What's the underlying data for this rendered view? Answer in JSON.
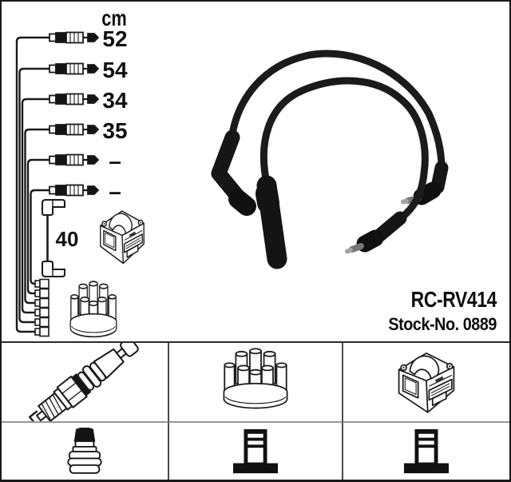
{
  "product": {
    "model": "RC-RV414",
    "stock": "Stock-No. 0889"
  },
  "schematic": {
    "unit_label": "cm",
    "cable_lengths": [
      "52",
      "54",
      "34",
      "35",
      "–",
      "–"
    ],
    "coil_wire_length": "40"
  },
  "parts_grid": {
    "row1_icons": [
      "spark-plug",
      "distributor-cap",
      "ignition-coil"
    ],
    "row2_icons": [
      "plug-terminal-nut",
      "coil-terminal-tower",
      "coil-terminal-tower"
    ]
  },
  "colors": {
    "background": "#ffffff",
    "line_art": "#1a1a1a",
    "cable_black": "#1b1b1b",
    "metal_tip": "#757575",
    "metal_tip_light": "#a3a3a3",
    "grid_column_line": "#4a4a4a",
    "grid_row_line": "#979797",
    "outer_border": "#1a1a1a"
  }
}
